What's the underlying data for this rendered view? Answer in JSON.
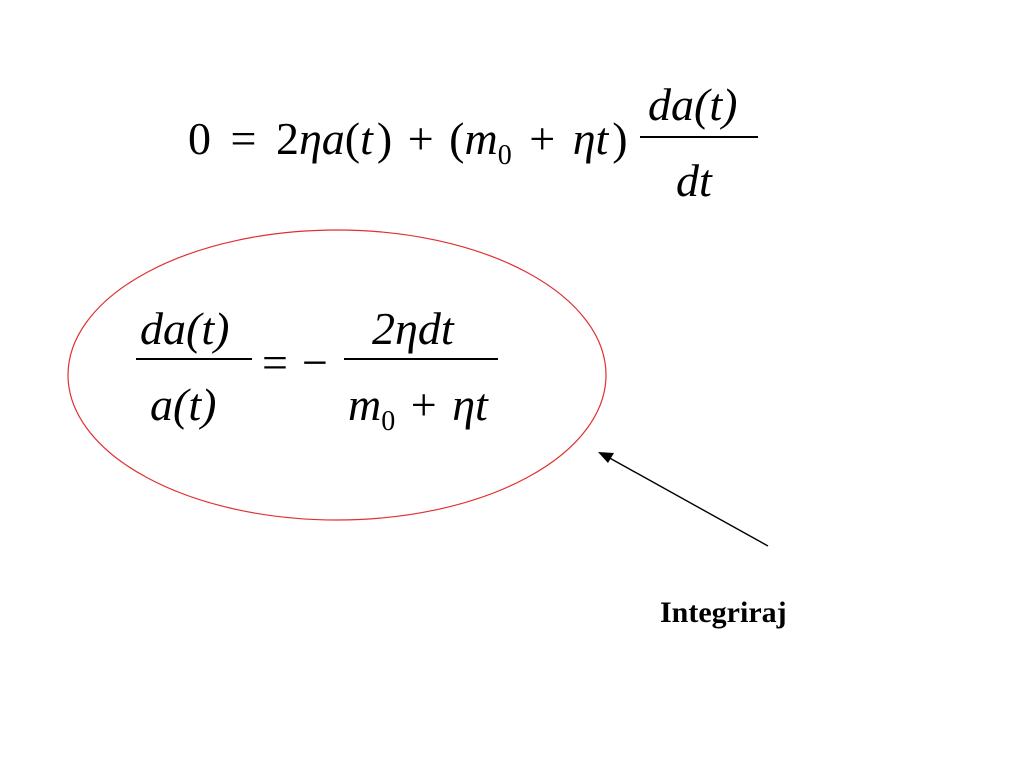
{
  "equation_1": {
    "lhs": "0",
    "eq_sign": "=",
    "coef": "2",
    "eta_1": "η",
    "a": "a",
    "paren_open_1": "(",
    "t_1": "t",
    "paren_close_1": ")",
    "plus_1": "+",
    "paren_open_2": "(",
    "m": "m",
    "m_sub": "0",
    "plus_2": "+",
    "eta_2": "η",
    "t_2": "t",
    "paren_close_2": ")",
    "frac_num": "da(t)",
    "frac_den": "dt"
  },
  "equation_2": {
    "lhs_num": "da(t)",
    "lhs_den": "a(t)",
    "eq_sign": "=",
    "minus": "−",
    "rhs_num": "2ηdt",
    "rhs_den_m": "m",
    "rhs_den_sub": "0",
    "rhs_den_plus": "+",
    "rhs_den_eta_t": "ηt"
  },
  "annotation": {
    "label": "Integriraj",
    "ellipse_color": "#e03030",
    "arrow_color": "#000000"
  }
}
